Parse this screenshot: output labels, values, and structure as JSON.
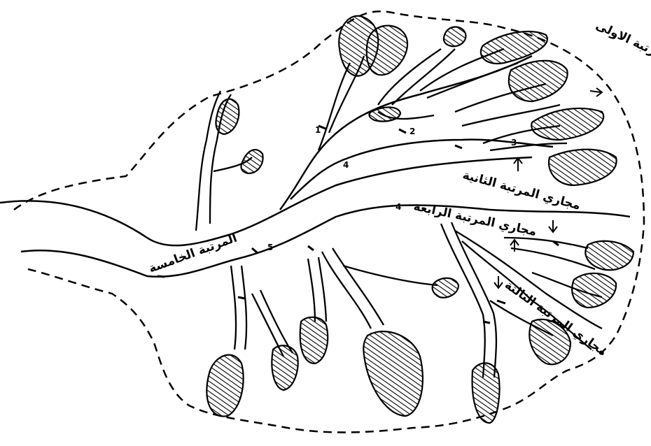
{
  "diagram": {
    "labels": {
      "order1": "مجاري المرتبة الاولى",
      "order2": "مجاري المرتبة الثانية",
      "order3": "مجاري المرتبة الثالثة",
      "order4": "مجاري المرتبة الرابعة",
      "order5": "المرتبة الخامسة"
    },
    "stream_numbers": {
      "n1": "1",
      "n2": "2",
      "n3": "3",
      "n4a": "4",
      "n4b": "4",
      "n5": "5"
    },
    "style": {
      "line_color": "#000000",
      "background": "#ffffff"
    }
  }
}
